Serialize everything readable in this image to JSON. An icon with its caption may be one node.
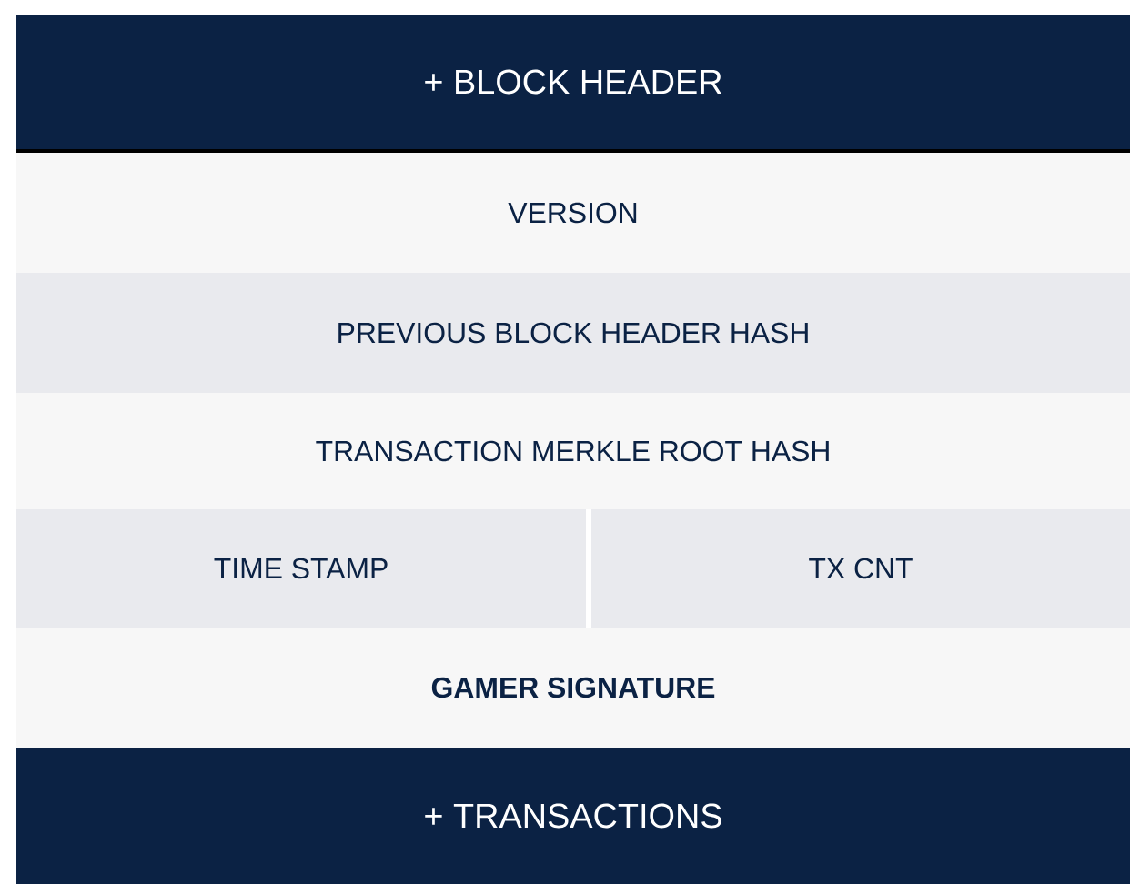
{
  "diagram": {
    "nodes": [
      {
        "text": [
          "+ BLOCK HEADER"
        ]
      },
      {
        "text": [
          "VERSION"
        ]
      },
      {
        "text": [
          "PREVIOUS BLOCK HEADER HASH"
        ]
      },
      {
        "text": [
          "TRANSACTION MERKLE ROOT HASH"
        ]
      },
      {
        "text": [
          "TIME STAMP"
        ]
      },
      {
        "text": [
          "TX CNT"
        ]
      },
      {
        "text": [
          "GAMER SIGNATURE"
        ]
      },
      {
        "text": [
          "+ TRANSACTIONS"
        ]
      }
    ]
  }
}
